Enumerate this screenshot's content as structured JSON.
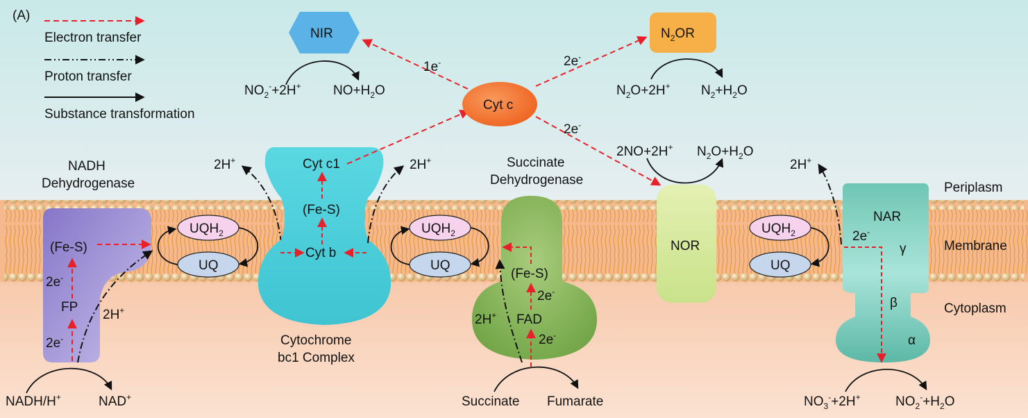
{
  "panel_label": "(A)",
  "legend": {
    "electron": "Electron transfer",
    "proton": "Proton transfer",
    "substance": "Substance transformation"
  },
  "regions": {
    "periplasm": "Periplasm",
    "membrane": "Membrane",
    "cytoplasm": "Cytoplasm"
  },
  "colors": {
    "top_bg": "#d4ecea",
    "membrane": "#f6b98d",
    "cytoplasm": "#f9d7c2",
    "electron_arrow": "#e8202a",
    "complex1": "#8e80cc",
    "complex3": "#4fd2dd",
    "complex2": "#7fb04f",
    "nor": "#d8e9a0",
    "nar": "#7fd0c0",
    "cytc": "#f2702a",
    "nir": "#5bb2e6",
    "n2or": "#f7b047"
  },
  "complexes": {
    "nadh_name_1": "NADH",
    "nadh_name_2": "Dehydrogenase",
    "cyto_name_1": "Cytochrome",
    "cyto_name_2": "bc1 Complex",
    "succ_name_1": "Succinate",
    "succ_name_2": "Dehydrogenase",
    "nor": "NOR",
    "nar": "NAR",
    "cytc": "Cyt c",
    "nir": "NIR",
    "n2or_main": "N",
    "n2or_sub": "2",
    "n2or_tail": "OR"
  },
  "labels": {
    "fes": "(Fe-S)",
    "fp": "FP",
    "cytc1": "Cyt c1",
    "cytb": "Cyt b",
    "fad": "FAD",
    "uq": "UQ",
    "uqh_main": "UQH",
    "uqh_sub": "2",
    "gamma": "γ",
    "beta": "β",
    "alpha": "α",
    "e_main": "2e",
    "e_sup": "-",
    "e1_main": "1e",
    "h_main": "2H",
    "h_sup": "+"
  },
  "reactions": {
    "nadh": "NADH/H",
    "nadh_sup": "+",
    "nad": "NAD",
    "nad_sup": "+",
    "succinate": "Succinate",
    "fumarate": "Fumarate",
    "nir_left_a": "NO",
    "nir_left_b": "2",
    "nir_left_c": "-",
    "nir_left_d": "+2H",
    "nir_left_e": "+",
    "nir_right": "NO+H",
    "nir_right_sub": "2",
    "nir_right_tail": "O",
    "n2or_left_a": "N",
    "n2or_left_b": "2",
    "n2or_left_c": "O+2H",
    "n2or_left_d": "+",
    "n2or_right_a": "N",
    "n2or_right_b": "2",
    "n2or_right_c": "+H",
    "n2or_right_d": "2",
    "n2or_right_e": "O",
    "nor_left_a": "2NO+2H",
    "nor_left_b": "+",
    "nor_right_a": "N",
    "nor_right_b": "2",
    "nor_right_c": "O+H",
    "nor_right_d": "2",
    "nor_right_e": "O",
    "nar_left_a": "NO",
    "nar_left_b": "3",
    "nar_left_c": "-",
    "nar_left_d": "+2H",
    "nar_left_e": "+",
    "nar_right_a": "NO",
    "nar_right_b": "2",
    "nar_right_c": "-",
    "nar_right_d": "+H",
    "nar_right_e": "2",
    "nar_right_f": "O"
  }
}
